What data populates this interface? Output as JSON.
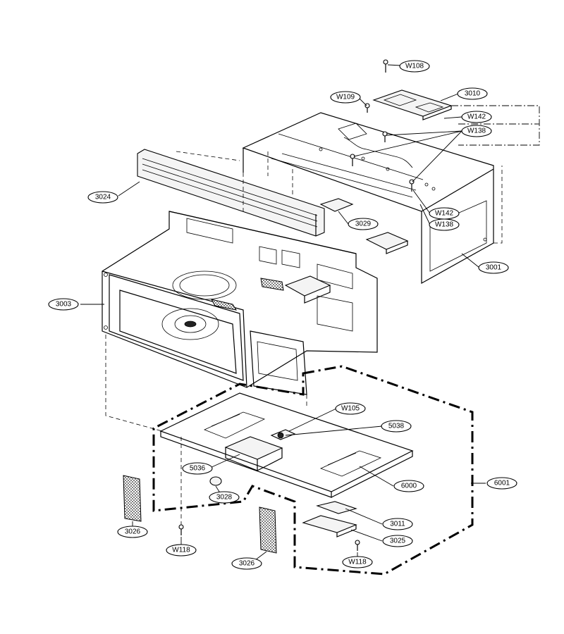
{
  "callouts": [
    {
      "id": "W108",
      "label": "W108"
    },
    {
      "id": "W109",
      "label": "W109"
    },
    {
      "id": "3010",
      "label": "3010"
    },
    {
      "id": "W142a",
      "label": "W142"
    },
    {
      "id": "W138a",
      "label": "W138"
    },
    {
      "id": "3024",
      "label": "3024"
    },
    {
      "id": "W142b",
      "label": "W142"
    },
    {
      "id": "W138b",
      "label": "W138"
    },
    {
      "id": "3029",
      "label": "3029"
    },
    {
      "id": "3001",
      "label": "3001"
    },
    {
      "id": "3003",
      "label": "3003"
    },
    {
      "id": "W105",
      "label": "W105"
    },
    {
      "id": "5038",
      "label": "5038"
    },
    {
      "id": "5036",
      "label": "5036"
    },
    {
      "id": "6000",
      "label": "6000"
    },
    {
      "id": "6001",
      "label": "6001"
    },
    {
      "id": "3028",
      "label": "3028"
    },
    {
      "id": "3011",
      "label": "3011"
    },
    {
      "id": "3026a",
      "label": "3026"
    },
    {
      "id": "3025",
      "label": "3025"
    },
    {
      "id": "W118a",
      "label": "W118"
    },
    {
      "id": "W118b",
      "label": "W118"
    },
    {
      "id": "3026b",
      "label": "3026"
    }
  ]
}
